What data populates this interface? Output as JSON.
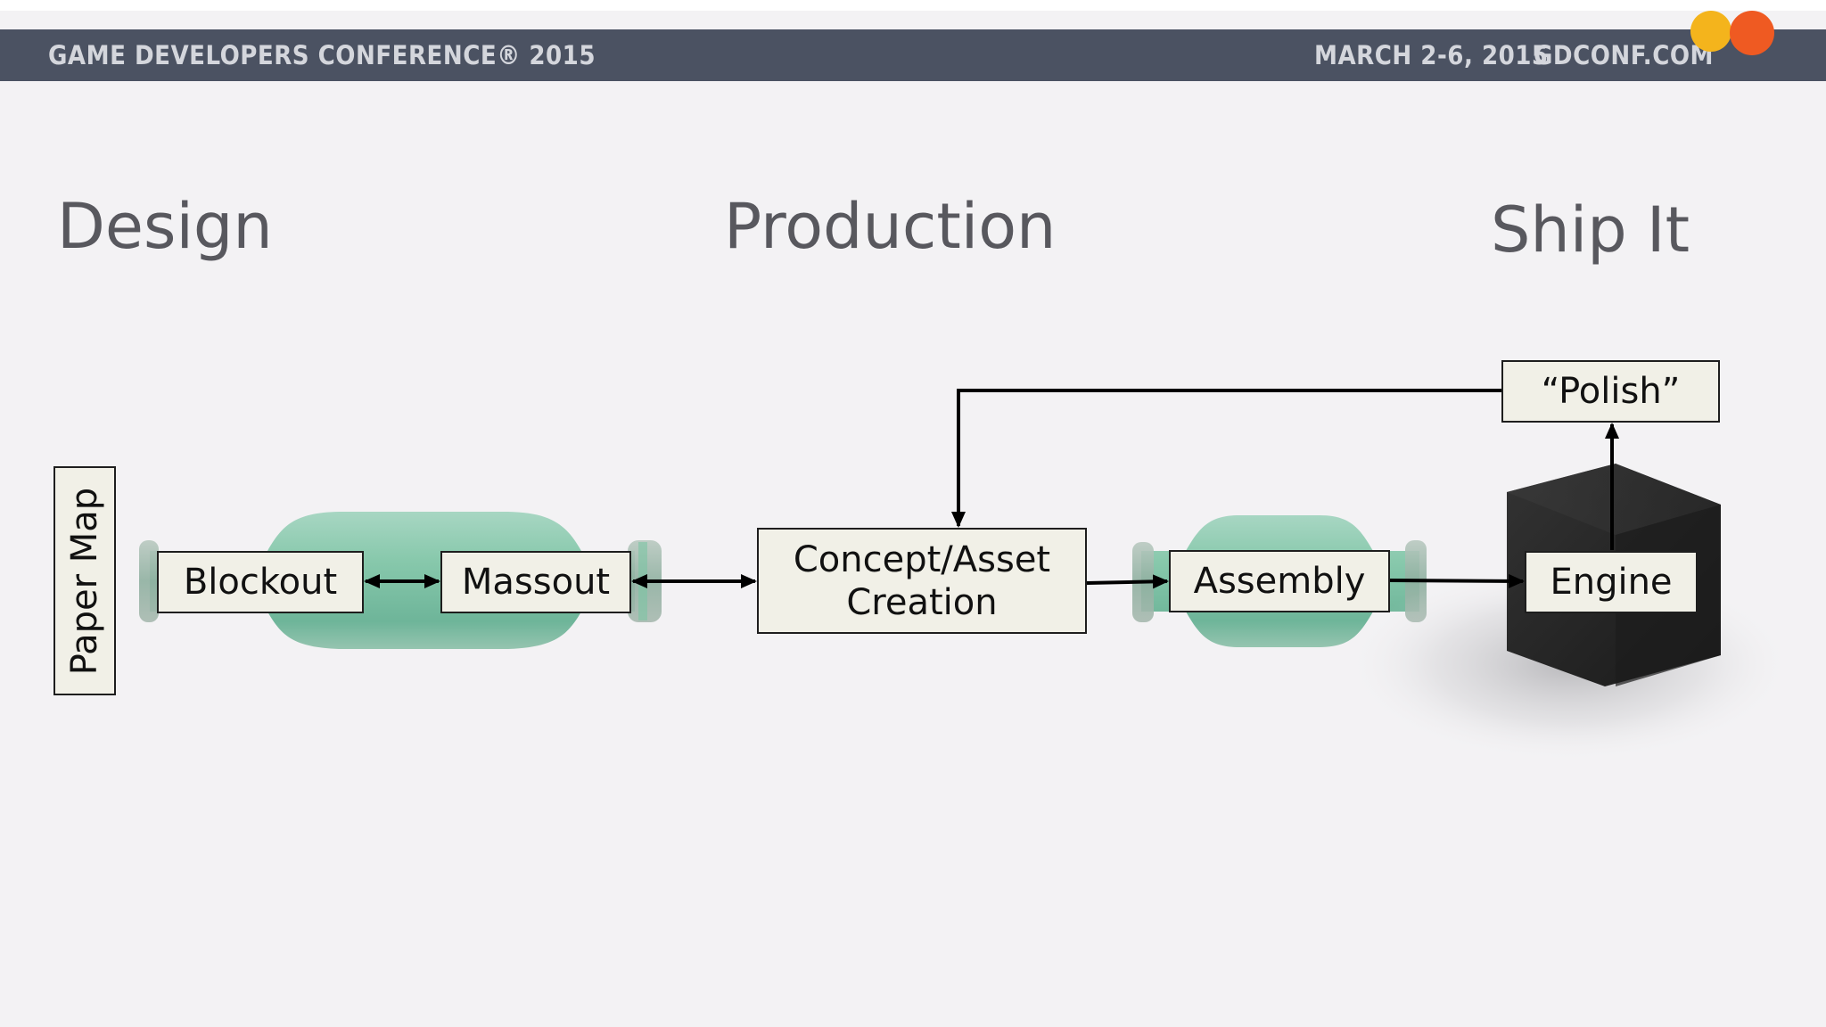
{
  "header": {
    "conference": "GAME DEVELOPERS CONFERENCE® 2015",
    "dates": "MARCH 2-6, 2015",
    "site": "GDCONF.COM"
  },
  "phases": {
    "design": "Design",
    "production": "Production",
    "ship": "Ship It"
  },
  "nodes": {
    "paper_map": "Paper Map",
    "blockout": "Blockout",
    "massout": "Massout",
    "concept_line1": "Concept/Asset",
    "concept_line2": "Creation",
    "assembly": "Assembly",
    "engine": "Engine",
    "polish": "“Polish”"
  },
  "colors": {
    "header_bg": "#4b5262",
    "bottle_green": "#7cc4a4",
    "cube": "#262626",
    "logo_yellow": "#f4b41c",
    "logo_orange": "#ef5a22"
  }
}
